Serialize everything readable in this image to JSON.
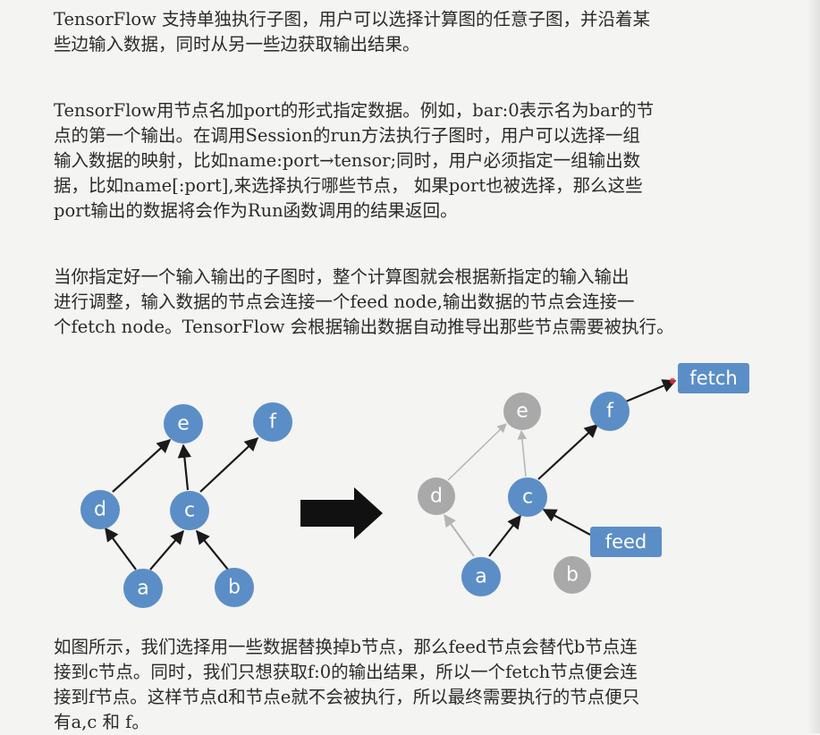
{
  "paragraphs": [
    {
      "lines": [
        "TensorFlow 支持单独执行子图，用户可以选择计算图的任意子图，并沿着某",
        "些边输入数据，同时从另一些边获取输出结果。"
      ]
    },
    {
      "lines": [
        "TensorFlow用节点名加port的形式指定数据。例如，bar:0表示名为bar的节",
        "点的第一个输出。在调用Session的run方法执行子图时，用户可以选择一组",
        "输入数据的映射，比如name:port→tensor;同时，用户必须指定一组输出数",
        "据，比如name[:port],来选择执行哪些节点，  如果port也被选择，那么这些",
        "port输出的数据将会作为Run函数调用的结果返回。"
      ]
    },
    {
      "lines": [
        "当你指定好一个输入输出的子图时，整个计算图就会根据新指定的输入输出",
        "进行调整，输入数据的节点会连接一个feed node,输出数据的节点会连接一",
        "个fetch node。TensorFlow 会根据输出数据自动推导出那些节点需要被执行。"
      ]
    },
    {
      "lines": [
        "如图所示，我们选择用一些数据替换掉b节点，那么feed节点会替代b节点连",
        "接到c节点。同时，我们只想获取f:0的输出结果，所以一个fetch节点便会连",
        "接到f节点。这样节点d和节点e就不会被执行，所以最终需要执行的节点便只",
        "有a,c 和 f。"
      ]
    }
  ],
  "diagram": {
    "left_graph": {
      "nodes": {
        "e": "e",
        "f": "f",
        "d": "d",
        "c": "c",
        "a": "a",
        "b": "b"
      }
    },
    "right_graph": {
      "nodes": {
        "e": "e",
        "f": "f",
        "d": "d",
        "c": "c",
        "a": "a",
        "b": "b"
      },
      "fetch_label": "fetch",
      "feed_label": "feed"
    },
    "colors": {
      "active_node": "#5b8ec7",
      "inactive_node": "#a9a9a9",
      "box_fill": "#5b8ec7",
      "arrow_dark": "#1a1a1a",
      "arrow_light": "#b5b5b5",
      "big_arrow": "#111111"
    }
  }
}
